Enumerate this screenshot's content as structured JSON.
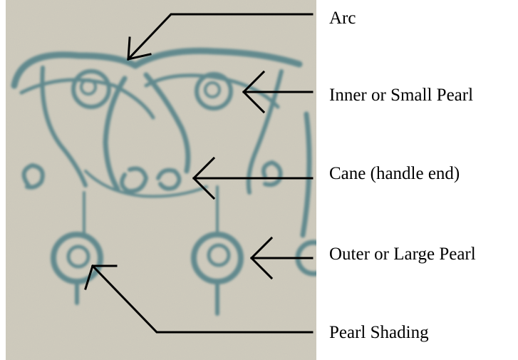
{
  "labels": {
    "arc": "Arc",
    "inner_pearl": "Inner or Small Pearl",
    "cane": "Cane (handle end)",
    "outer_pearl": "Outer or Large Pearl",
    "pearl_shading": "Pearl Shading"
  },
  "colors": {
    "paper": "#cfcbbd",
    "ink": "#4f7f86",
    "arrow": "#000000"
  }
}
